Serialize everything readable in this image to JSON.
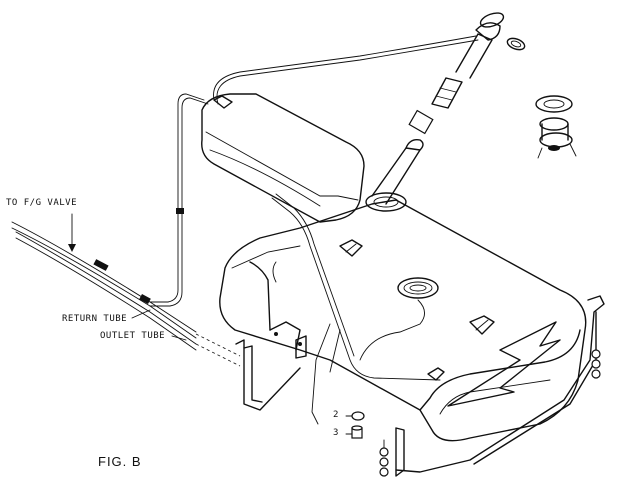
{
  "figure": {
    "caption": "FIG. B",
    "labels": {
      "to_fg_valve": "TO F/G VALVE",
      "return_tube": "RETURN TUBE",
      "outlet_tube": "OUTLET TUBE"
    },
    "callouts": {
      "part_2": "2",
      "part_3": "3"
    }
  }
}
